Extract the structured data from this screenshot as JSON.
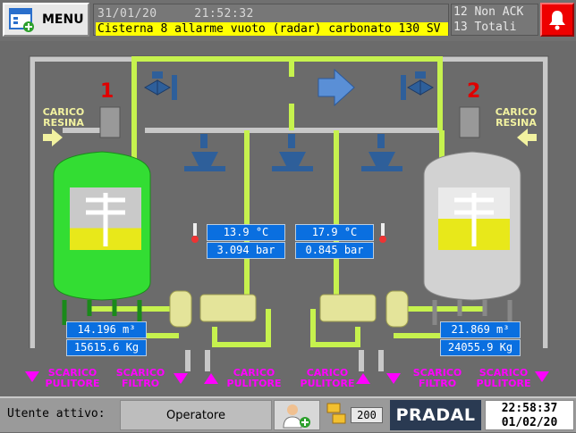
{
  "header": {
    "menu_label": "MENU",
    "alarm_datetime": "31/01/20     21:52:32",
    "alarm_message": "Cisterna 8 allarme vuoto (radar) carbonato 130 SV",
    "non_ack": "12 Non ACK",
    "totali": "13 Totali"
  },
  "tanks": [
    {
      "number": "1",
      "feed_label": "CARICO\nRESINA",
      "volume": "14.196 m³",
      "weight": "15615.6 Kg",
      "level": 0.35,
      "color": "#33dd33"
    },
    {
      "number": "2",
      "feed_label": "CARICO\nRESINA",
      "volume": "21.869 m³",
      "weight": "24055.9 Kg",
      "level": 0.5,
      "color": "#c8c8c8"
    }
  ],
  "lines": [
    {
      "temperature": "13.9 °C",
      "pressure": "3.094 bar"
    },
    {
      "temperature": "17.9 °C",
      "pressure": "0.845 bar"
    }
  ],
  "bottom_labels": {
    "scarico_pulitore_1": "SCARICO\nPULITORE",
    "scarico_filtro_1": "SCARICO\nFILTRO",
    "carico_pulitore_1": "CARICO\nPULITORE",
    "carico_pulitore_2": "CARICO\nPULITORE",
    "scarico_filtro_2": "SCARICO\nFILTRO",
    "scarico_pulitore_2": "SCARICO\nPULITORE"
  },
  "footer": {
    "user_label": "Utente attivo:",
    "user_name": "Operatore",
    "counter": "200",
    "logo": "PRADAL",
    "time": "22:58:37",
    "date": "01/02/20"
  },
  "colors": {
    "pipe_green": "#c6f24e",
    "pipe_gray": "#c8c8c8",
    "accent_magenta": "#ff00ff",
    "readout_blue": "#0a6fe0"
  }
}
